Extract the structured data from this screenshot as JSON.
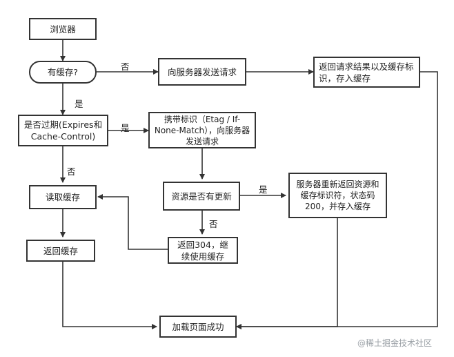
{
  "nodes": {
    "browser": "浏览器",
    "has_cache": "有缓存?",
    "send_request": "向服务器发送请求",
    "return_result": "返回请求结果以及缓存标识，存入缓存",
    "expired": "是否过期(Expires和Cache-Control)",
    "send_with_tag": "携带标识（Etag / If-None-Match），向服务器发送请求",
    "read_cache": "读取缓存",
    "resource_updated": "资源是否有更新",
    "server_return": "服务器重新返回资源和缓存标识符，状态码200，并存入缓存",
    "return_cache": "返回缓存",
    "return_304": "返回304，继续使用缓存",
    "load_success": "加载页面成功"
  },
  "edge_labels": {
    "no_1": "否",
    "yes_1": "是",
    "yes_2": "是",
    "no_2": "否",
    "yes_3": "是",
    "no_3": "否"
  },
  "watermark": "@稀土掘金技术社区"
}
